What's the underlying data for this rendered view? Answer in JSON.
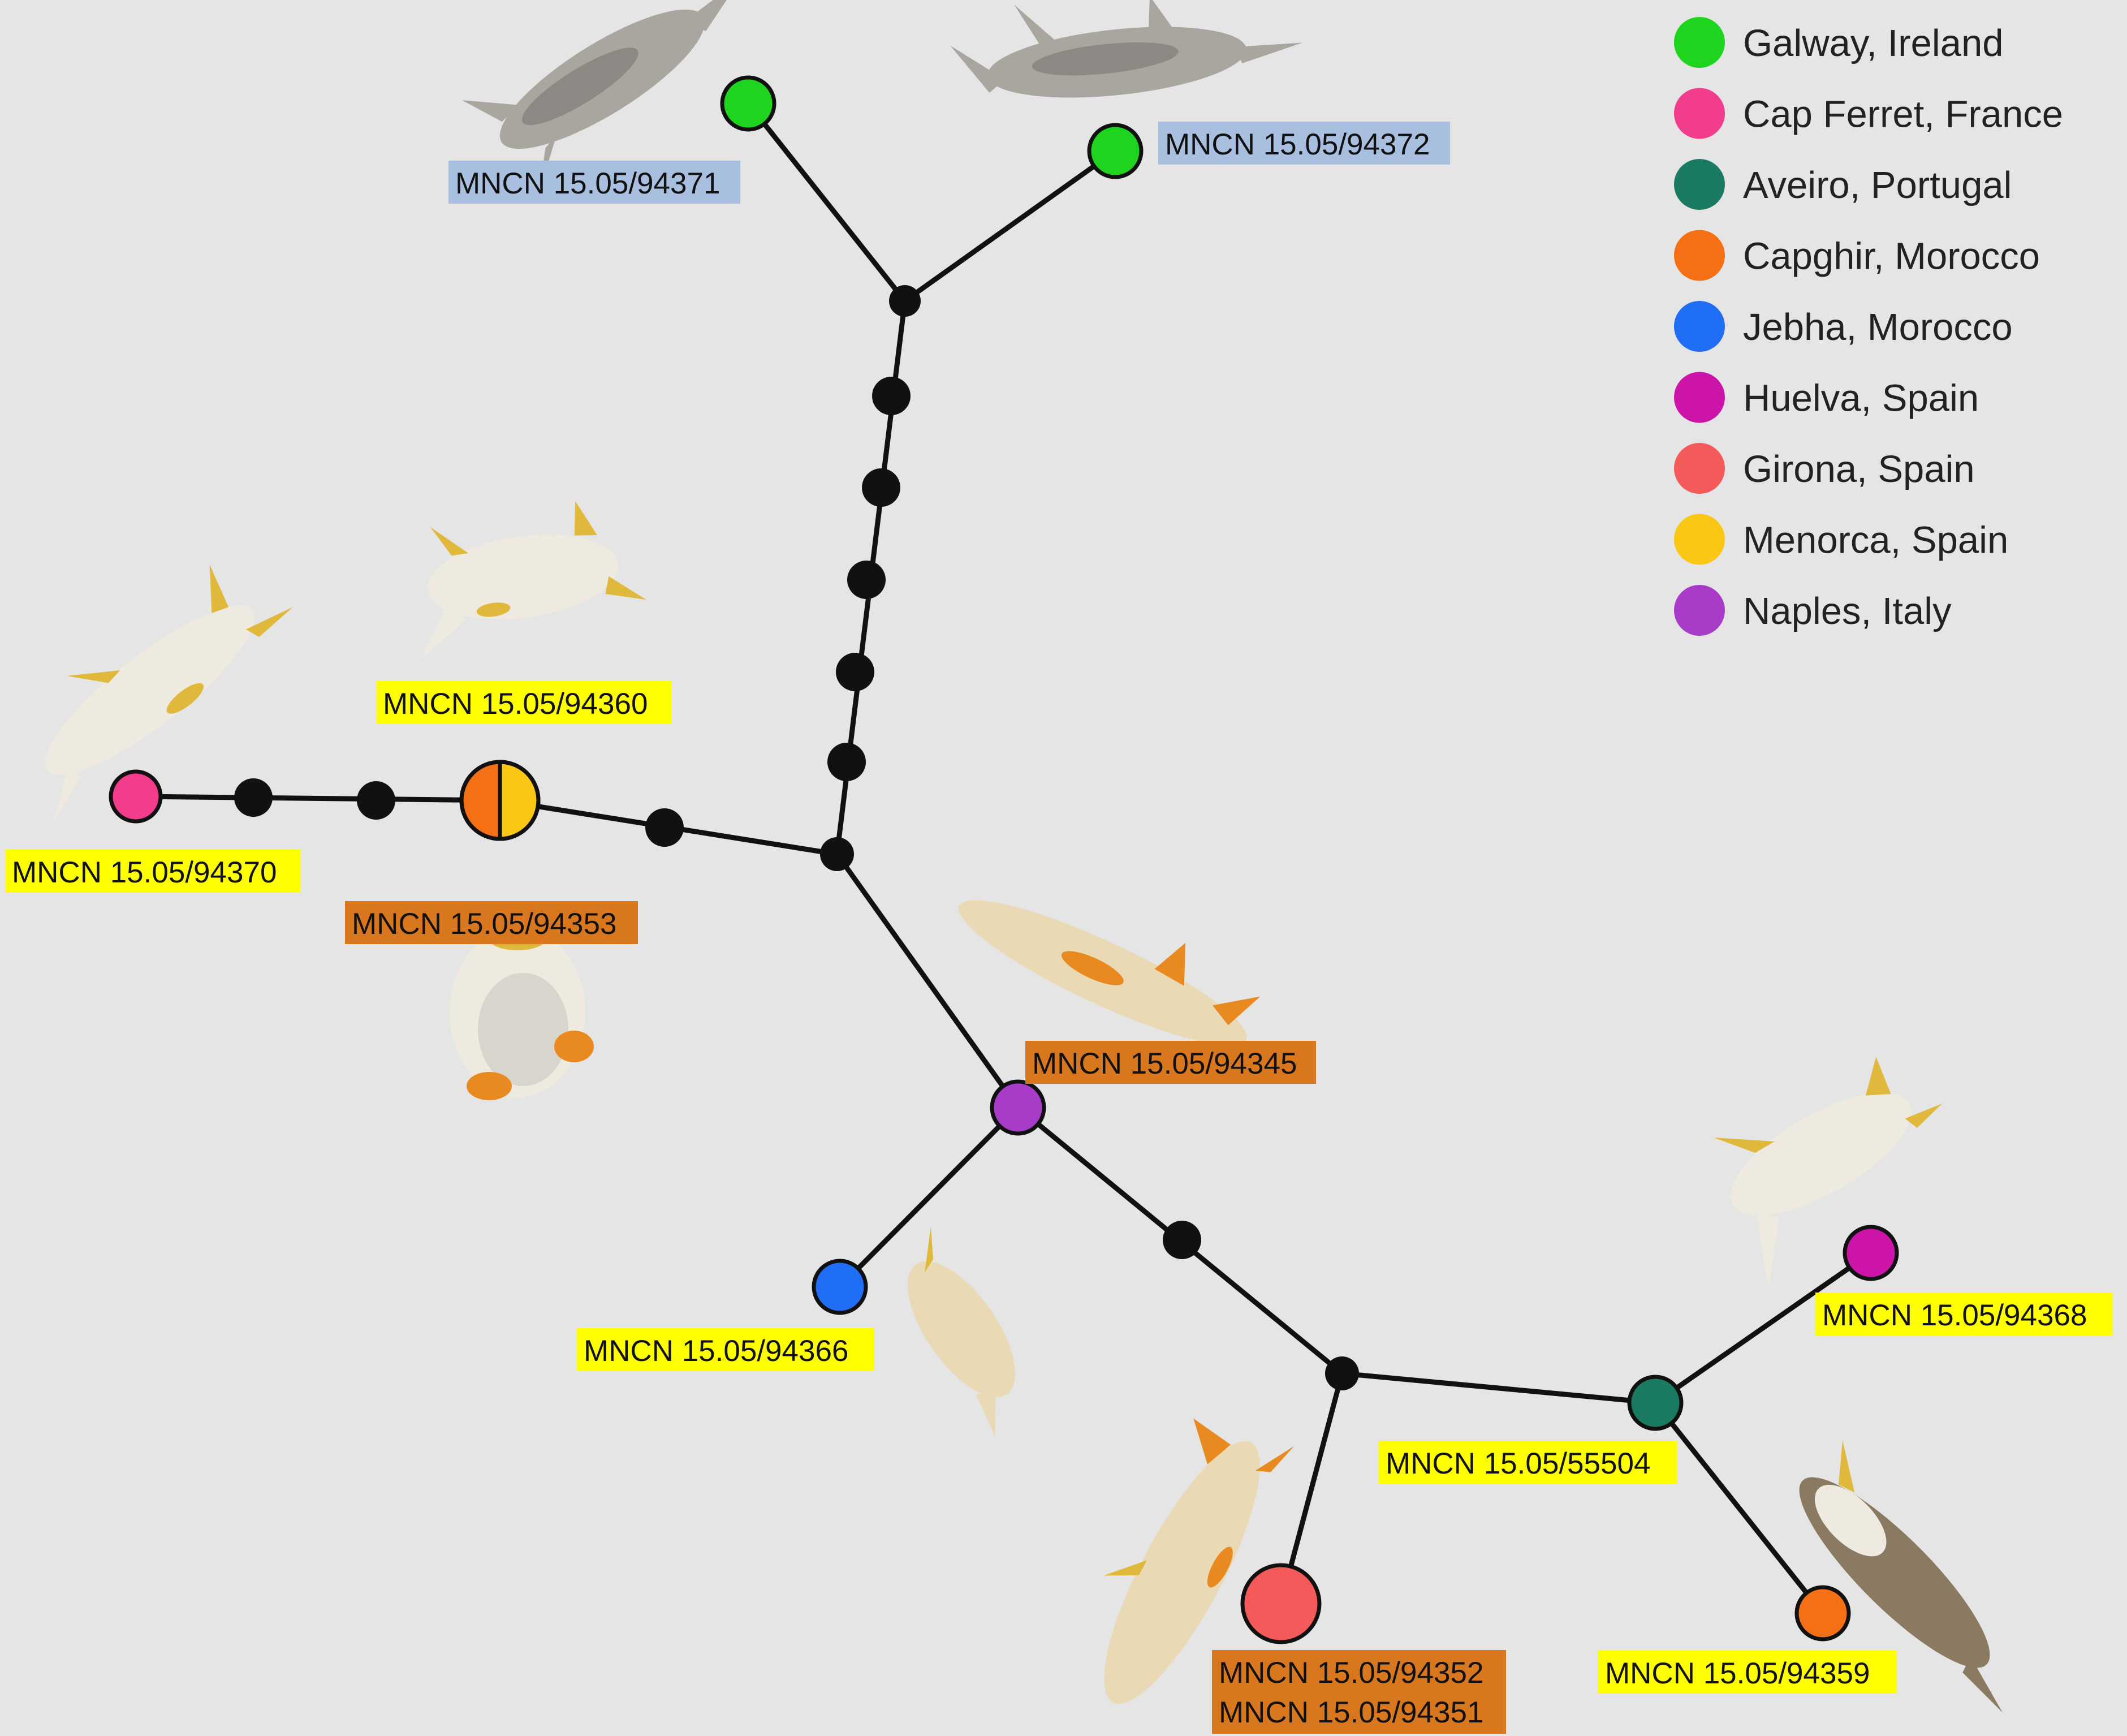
{
  "colors": {
    "background": "#e5e5e5",
    "edge": "#111111",
    "label_yellow": "#ffff00",
    "label_blue": "#a9bfe0",
    "label_brown": "#d9771e",
    "slug_white": "#eeeae0",
    "slug_grey": "#a9a6a0",
    "slug_yellow": "#e0b93c",
    "slug_orange": "#e88a1f"
  },
  "legend": [
    {
      "label": "Galway, Ireland",
      "color": "#1ed41e"
    },
    {
      "label": "Cap Ferret, France",
      "color": "#f23c8c"
    },
    {
      "label": "Aveiro, Portugal",
      "color": "#1a7a62"
    },
    {
      "label": "Capghir, Morocco",
      "color": "#f57014"
    },
    {
      "label": "Jebha, Morocco",
      "color": "#1f6ef5"
    },
    {
      "label": "Huelva, Spain",
      "color": "#cc14a8"
    },
    {
      "label": "Girona, Spain",
      "color": "#f55a5a"
    },
    {
      "label": "Menorca, Spain",
      "color": "#fac814"
    },
    {
      "label": "Naples, Italy",
      "color": "#a83cc8"
    }
  ],
  "specimens": {
    "s94371": "MNCN 15.05/94371",
    "s94372": "MNCN 15.05/94372",
    "s94360": "MNCN 15.05/94360",
    "s94370": "MNCN 15.05/94370",
    "s94353": "MNCN 15.05/94353",
    "s94345": "MNCN 15.05/94345",
    "s94366": "MNCN 15.05/94366",
    "s94368": "MNCN 15.05/94368",
    "s55504": "MNCN 15.05/55504",
    "s94352": "MNCN 15.05/94352",
    "s94351": "MNCN 15.05/94351",
    "s94359": "MNCN 15.05/94359"
  }
}
